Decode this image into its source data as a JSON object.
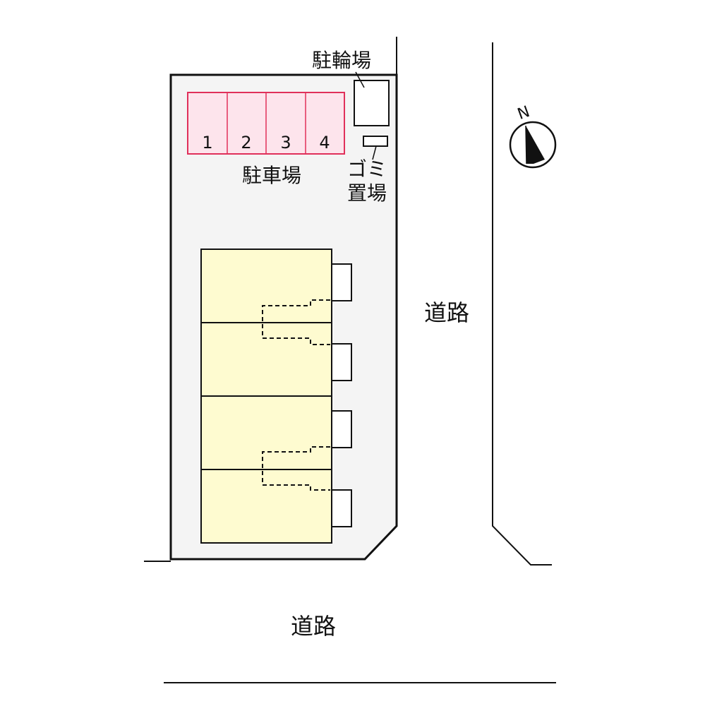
{
  "map": {
    "bicycle_parking_label": "駐輪場",
    "parking_label": "駐車場",
    "parking_spaces": [
      "1",
      "2",
      "3",
      "4"
    ],
    "garbage_label_line1": "ゴミ",
    "garbage_label_line2": "置場",
    "road_east_label": "道路",
    "road_south_label": "道路",
    "compass_label": "N"
  },
  "colors": {
    "lot_fill": "#f4f4f4",
    "parking_fill": "#fde4ec",
    "parking_stroke": "#e0305a",
    "building_fill": "#fefbd0",
    "line": "#111111"
  }
}
